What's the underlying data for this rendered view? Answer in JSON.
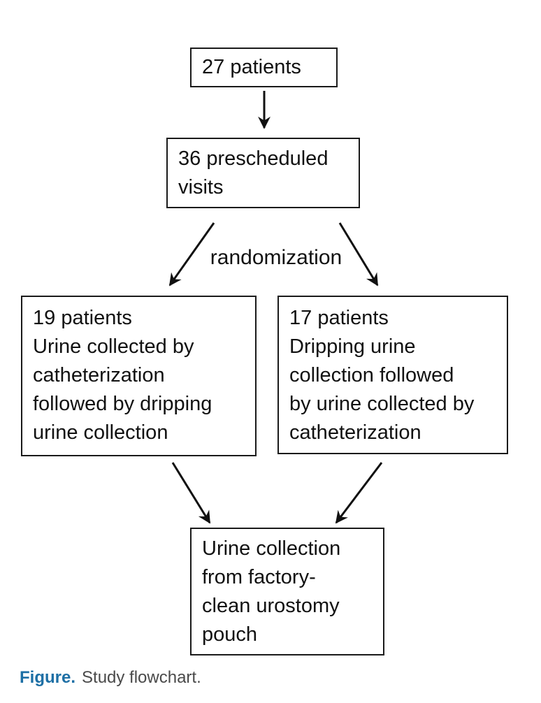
{
  "flowchart": {
    "nodes": {
      "top": {
        "id": "top",
        "lines": [
          "27 patients"
        ]
      },
      "visits": {
        "id": "visits",
        "lines": [
          "36 prescheduled",
          "visits"
        ]
      },
      "left": {
        "id": "left",
        "lines": [
          "19 patients",
          "Urine collected by",
          "catheterization",
          "followed by dripping",
          "urine collection"
        ]
      },
      "right": {
        "id": "right",
        "lines": [
          "17 patients",
          "Dripping urine",
          "collection followed",
          "by urine collected by",
          "catheterization"
        ]
      },
      "bottom": {
        "id": "bottom",
        "lines": [
          "Urine collection",
          "from factory-",
          "clean urostomy",
          "pouch"
        ]
      }
    },
    "edges": [
      {
        "from": "top",
        "to": "visits",
        "label": ""
      },
      {
        "from": "visits",
        "to": "left",
        "label": "randomization"
      },
      {
        "from": "visits",
        "to": "right",
        "label": "randomization"
      },
      {
        "from": "left",
        "to": "bottom",
        "label": ""
      },
      {
        "from": "right",
        "to": "bottom",
        "label": ""
      }
    ],
    "labels": {
      "randomization": "randomization"
    }
  },
  "caption": {
    "prefix": "Figure.",
    "text": "Study flowchart."
  },
  "colors": {
    "box_border": "#1a1a1a",
    "box_text": "#111111",
    "arrow": "#111111",
    "caption_prefix": "#1d6fa5",
    "caption_text": "#4a4a4a",
    "background": "#ffffff"
  }
}
